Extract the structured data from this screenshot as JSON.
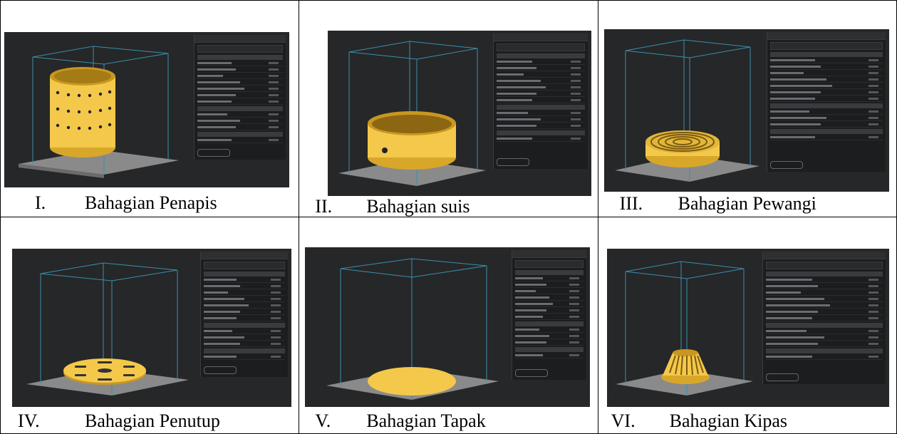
{
  "figures": [
    {
      "numeral": "I.",
      "label": "Bahagian Penapis",
      "part": "cylinder-with-holes"
    },
    {
      "numeral": "II.",
      "label": "Bahagian suis",
      "part": "ring-with-hole"
    },
    {
      "numeral": "III.",
      "label": "Bahagian Pewangi",
      "part": "ring-with-spiral"
    },
    {
      "numeral": "IV.",
      "label": "Bahagian Penutup",
      "part": "flat-disc-with-slots"
    },
    {
      "numeral": "V.",
      "label": "Bahagian Tapak",
      "part": "solid-disc"
    },
    {
      "numeral": "VI.",
      "label": "Bahagian Kipas",
      "part": "fan-cone"
    }
  ],
  "colors": {
    "viewport_bg": "#262728",
    "model_fill": "#f4c84a",
    "model_shade": "#d8a72a",
    "build_plate": "#8a8a8a",
    "volume_lines": "#3a8fb0"
  }
}
